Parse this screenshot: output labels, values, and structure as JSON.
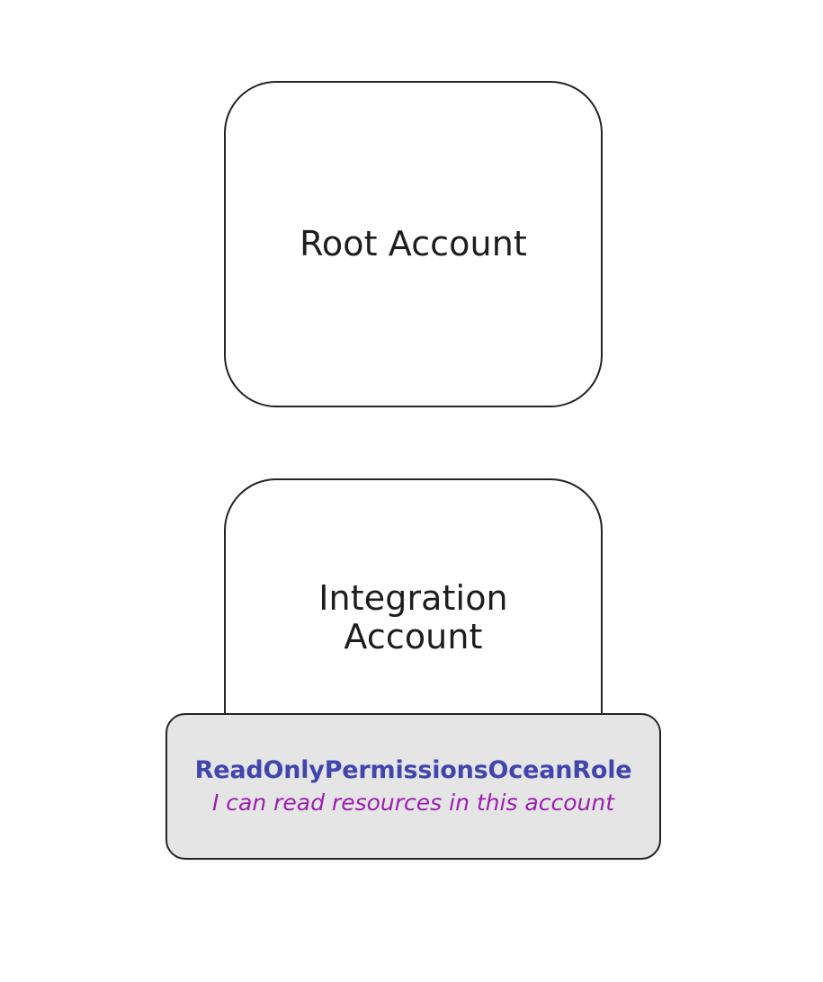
{
  "diagram": {
    "background_color": "#ffffff",
    "nodes": [
      {
        "id": "root-account",
        "type": "account-container",
        "label": "Root Account",
        "fill_color": "#ffffff",
        "border_color": "#232323"
      },
      {
        "id": "integration-account",
        "type": "account-container",
        "label": "Integration\nAccount",
        "fill_color": "#ffffff",
        "border_color": "#232323"
      },
      {
        "id": "readonly-role",
        "type": "role-card",
        "title": "ReadOnlyPermissionsOceanRole",
        "description": "I can read resources in this account",
        "fill_color": "#e5e5e5",
        "border_color": "#232323",
        "title_color": "#4146ad",
        "description_color": "#9c1fb0"
      }
    ]
  }
}
